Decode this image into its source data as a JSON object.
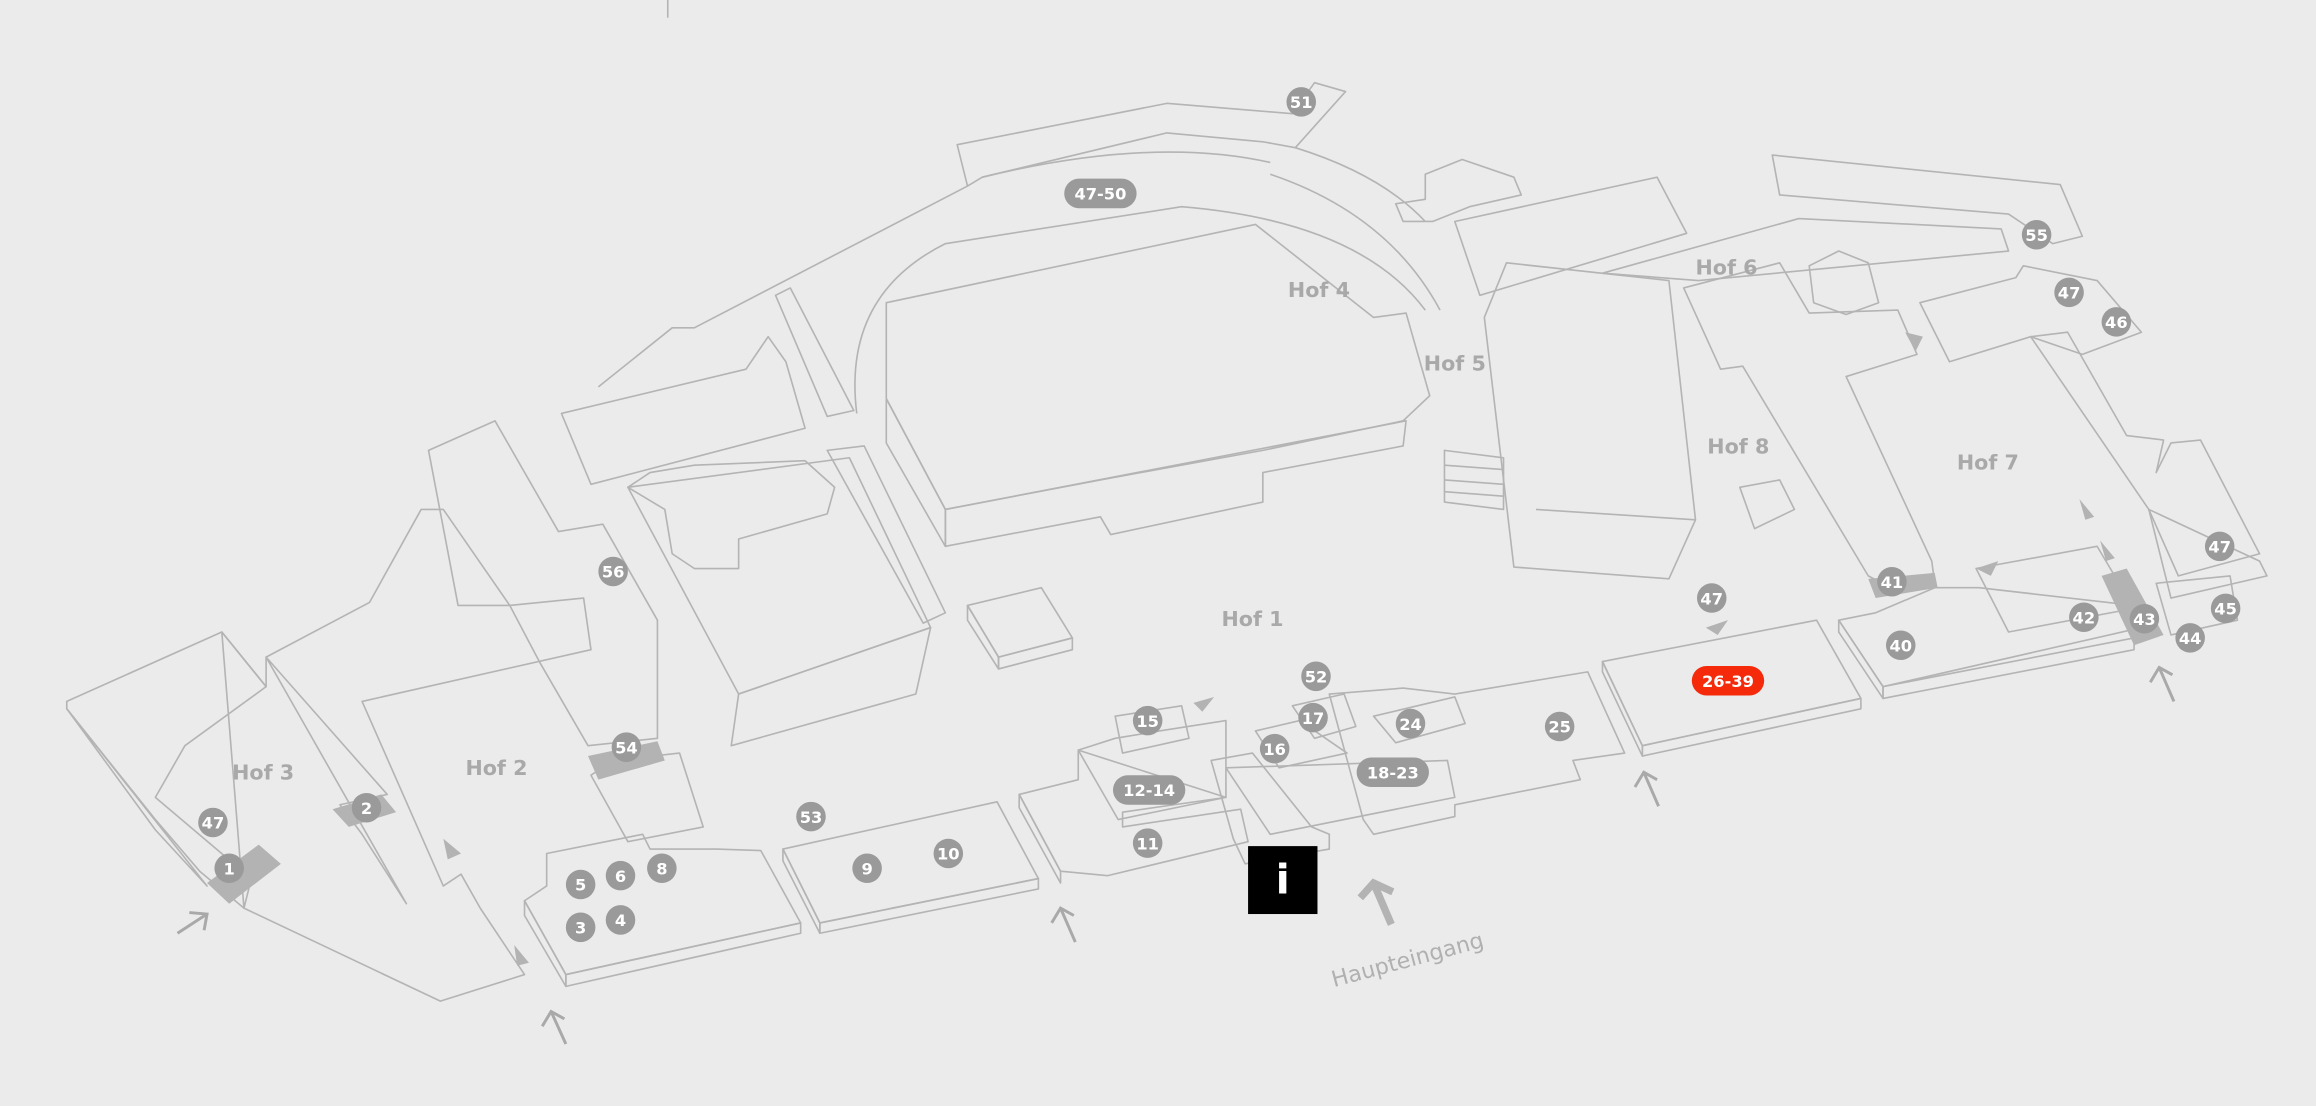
{
  "map": {
    "courtyards": [
      "Hof 1",
      "Hof 2",
      "Hof 3",
      "Hof 4",
      "Hof 5",
      "Hof 6",
      "Hof 7",
      "Hof 8"
    ],
    "entrance_label": "Haupteingang",
    "info_label": "i",
    "active_color": "#f52a0a",
    "marker_color": "#9a9a9a",
    "markers": [
      "51",
      "47-50",
      "55",
      "47",
      "46",
      "56",
      "47",
      "41",
      "42",
      "43",
      "40",
      "44",
      "45",
      "47",
      "26-39",
      "52",
      "15",
      "17",
      "24",
      "25",
      "16",
      "18-23",
      "12-14",
      "54",
      "53",
      "47",
      "2",
      "1",
      "9",
      "10",
      "11",
      "5",
      "6",
      "8",
      "3",
      "4"
    ],
    "active_marker": "26-39"
  }
}
